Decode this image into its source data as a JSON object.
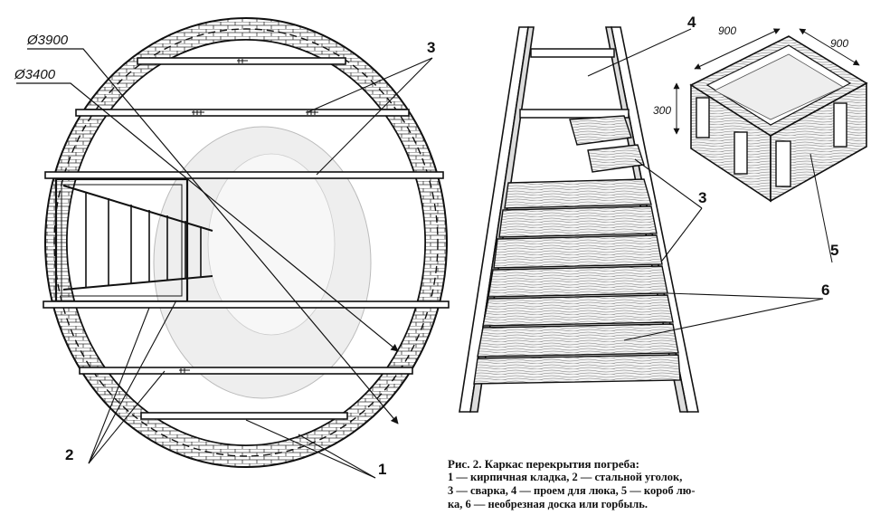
{
  "dimensions": {
    "outer_diameter": "Ø3900",
    "inner_diameter": "Ø3400",
    "box_width": "900",
    "box_depth": "900",
    "box_height": "300"
  },
  "callouts": {
    "c1": "1",
    "c2": "2",
    "c3_plan": "3",
    "c3_frame": "3",
    "c4": "4",
    "c5": "5",
    "c6": "6"
  },
  "caption": {
    "title": "Рис. 2. Каркас перекрытия погреба:",
    "line1": "1 — кирпичная кладка, 2 — стальной уголок,",
    "line2": "3 — сварка, 4 — проем для люка, 5 — короб лю-",
    "line3": "ка, 6 — необрезная доска или горбыль."
  }
}
